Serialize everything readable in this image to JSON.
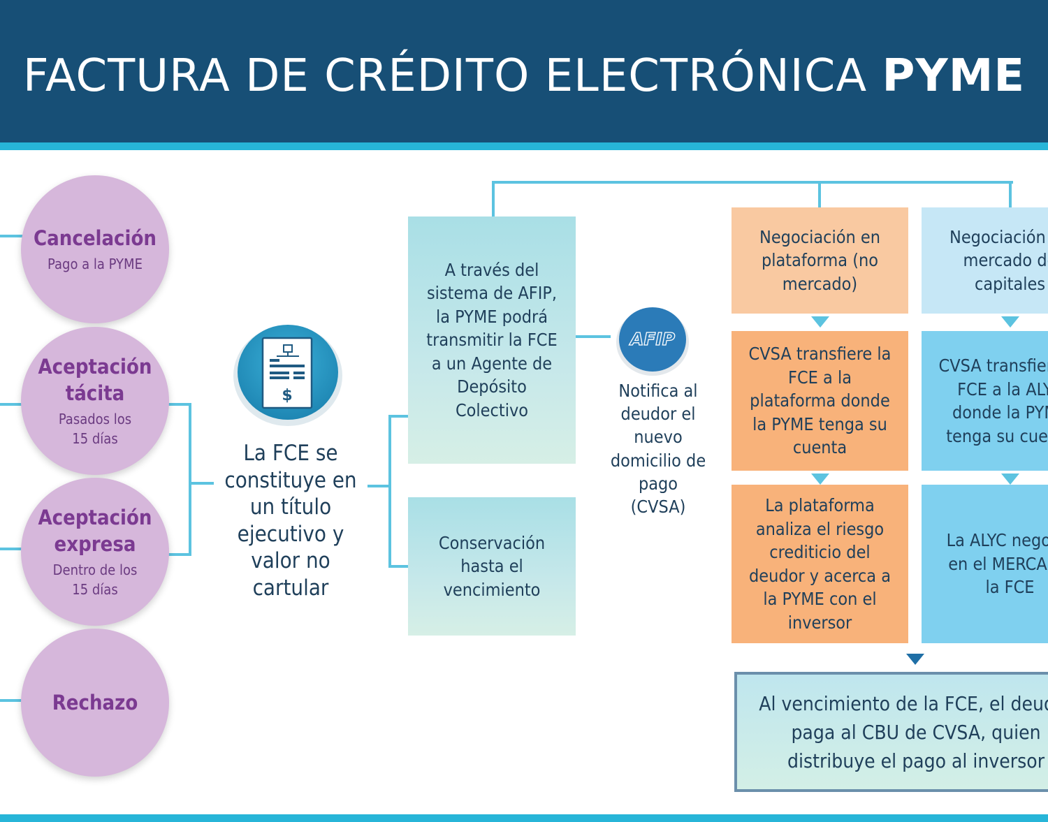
{
  "title": {
    "regular": "FACTURA DE CRÉDITO ELECTRÓNICA ",
    "bold": "PYME"
  },
  "circles": [
    {
      "title": "Cancelación",
      "subtitle": "Pago a la PYME"
    },
    {
      "title": "Aceptación tácita",
      "subtitle": "Pasados los 15 días"
    },
    {
      "title": "Aceptación expresa",
      "subtitle": "Dentro de los 15 días"
    },
    {
      "title": "Rechazo",
      "subtitle": ""
    }
  ],
  "center": {
    "text": "La FCE se constituye en un título ejecutivo y valor no cartular"
  },
  "afip_system_box": {
    "text": "A través del sistema de AFIP, la PYME podrá transmitir la FCE a un Agente de Depósito Colectivo"
  },
  "conservation_box": {
    "text": "Conservación hasta el vencimiento"
  },
  "afip_logo": {
    "text": "AFIP"
  },
  "afip_notice": {
    "text": "Notifica al deudor el nuevo domicilio de pago (CVSA)"
  },
  "platform_column": {
    "header": "Negociación en plataforma (no mercado)",
    "step1": "CVSA transfiere la FCE a la plataforma donde la PYME tenga su cuenta",
    "step2": "La plataforma analiza el riesgo crediticio del deudor y acerca a la PYME con el inversor"
  },
  "market_column": {
    "header": "Negociación en mercado de capitales",
    "step1": "CVSA transfiere la FCE a la ALYC donde la PYME tenga su cuenta",
    "step2": "La ALYC negocia en el MERCADO la FCE"
  },
  "final_box": {
    "text": "Al vencimiento de la FCE, el deudor paga al CBU de CVSA, quien distribuye el pago al inversor"
  }
}
